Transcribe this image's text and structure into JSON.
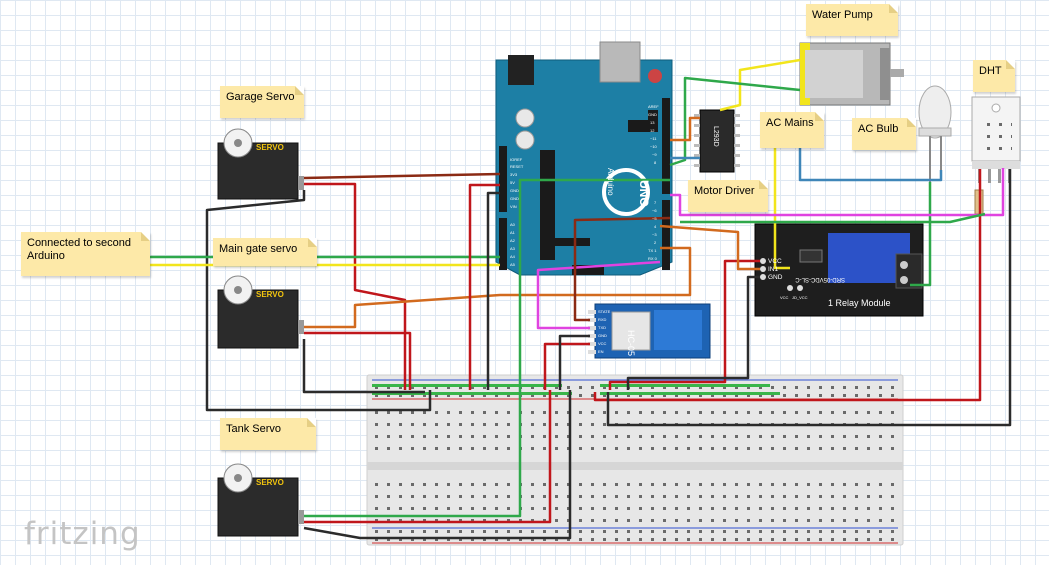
{
  "labels": {
    "garage_servo": "Garage Servo",
    "main_gate_servo": "Main gate servo",
    "tank_servo": "Tank Servo",
    "connected_note": "Connected to second Arduino",
    "water_pump": "Water Pump",
    "ac_mains": "AC Mains",
    "ac_bulb": "AC Bulb",
    "dht": "DHT",
    "motor_driver": "Motor Driver"
  },
  "parts": {
    "servo_label": "SERVO",
    "relay_title": "1 Relay Module",
    "relay_pins": [
      "VCC",
      "IN1",
      "GND"
    ],
    "relay_small_pins": [
      "VCC",
      "JD_VCC"
    ],
    "relay_part": "SRD-05VDC-SL-C",
    "bt_name": "HC-05",
    "bt_pins": [
      "STATE",
      "RXD",
      "TXD",
      "GND",
      "VCC",
      "EN"
    ],
    "arduino_brand": "Arduino",
    "arduino_model": "UNO",
    "arduino_analog_pins": [
      "A0",
      "A1",
      "A2",
      "A3",
      "A4",
      "A5"
    ],
    "arduino_power_pins": [
      "IOREF",
      "RESET",
      "3V3",
      "5V",
      "GND",
      "GND",
      "VIN"
    ],
    "arduino_digital_pins": [
      "AREF",
      "GND",
      "13",
      "12",
      "~11",
      "~10",
      "~9",
      "8",
      "7",
      "~6",
      "~5",
      "4",
      "~3",
      "2",
      "TX 1",
      "RX 0"
    ],
    "driver_ic": "L293D"
  },
  "brand": "fritzing",
  "colors": {
    "wire_red": "#c0161b",
    "wire_black": "#2b2b2b",
    "wire_brown": "#8b2a14",
    "wire_orange": "#d26a1e",
    "wire_green": "#2fa84a",
    "wire_yellow": "#f2e51c",
    "wire_magenta": "#e043e0",
    "wire_blue": "#3f86b8",
    "arduino_blue": "#1d7fa5",
    "note_yellow": "#fde9a8"
  }
}
